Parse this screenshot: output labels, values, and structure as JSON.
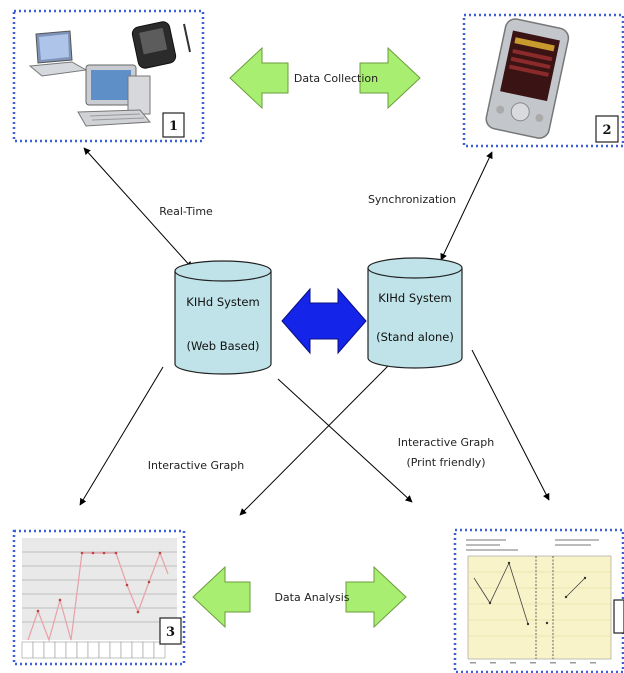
{
  "labels": {
    "data_collection": "Data Collection",
    "real_time": "Real-Time",
    "synchronization": "Synchronization",
    "interactive_graph_left": "Interactive Graph",
    "interactive_graph_right_1": "Interactive Graph",
    "interactive_graph_right_2": "(Print friendly)",
    "data_analysis": "Data Analysis"
  },
  "cylinders": {
    "web": {
      "line1": "KIHd System",
      "line2": "(Web Based)"
    },
    "standalone": {
      "line1": "KIHd System",
      "line2": "(Stand alone)"
    }
  },
  "boxes": {
    "devices_num": "1",
    "pda_num": "2",
    "graph_num": "3"
  },
  "colors": {
    "dotted_border": "#3b5fd6",
    "green_arrow": "#a8ee70",
    "green_arrow_stroke": "#6a9c3c",
    "blue_arrow": "#1424e8",
    "cylinder_fill": "#bfe3e9",
    "chart_bg": "#f8f3c8"
  },
  "icons": {
    "laptop": "laptop-icon",
    "pda": "pda-icon",
    "desktop": "desktop-computer-icon",
    "pocket_pc": "pocket-pc-icon"
  }
}
